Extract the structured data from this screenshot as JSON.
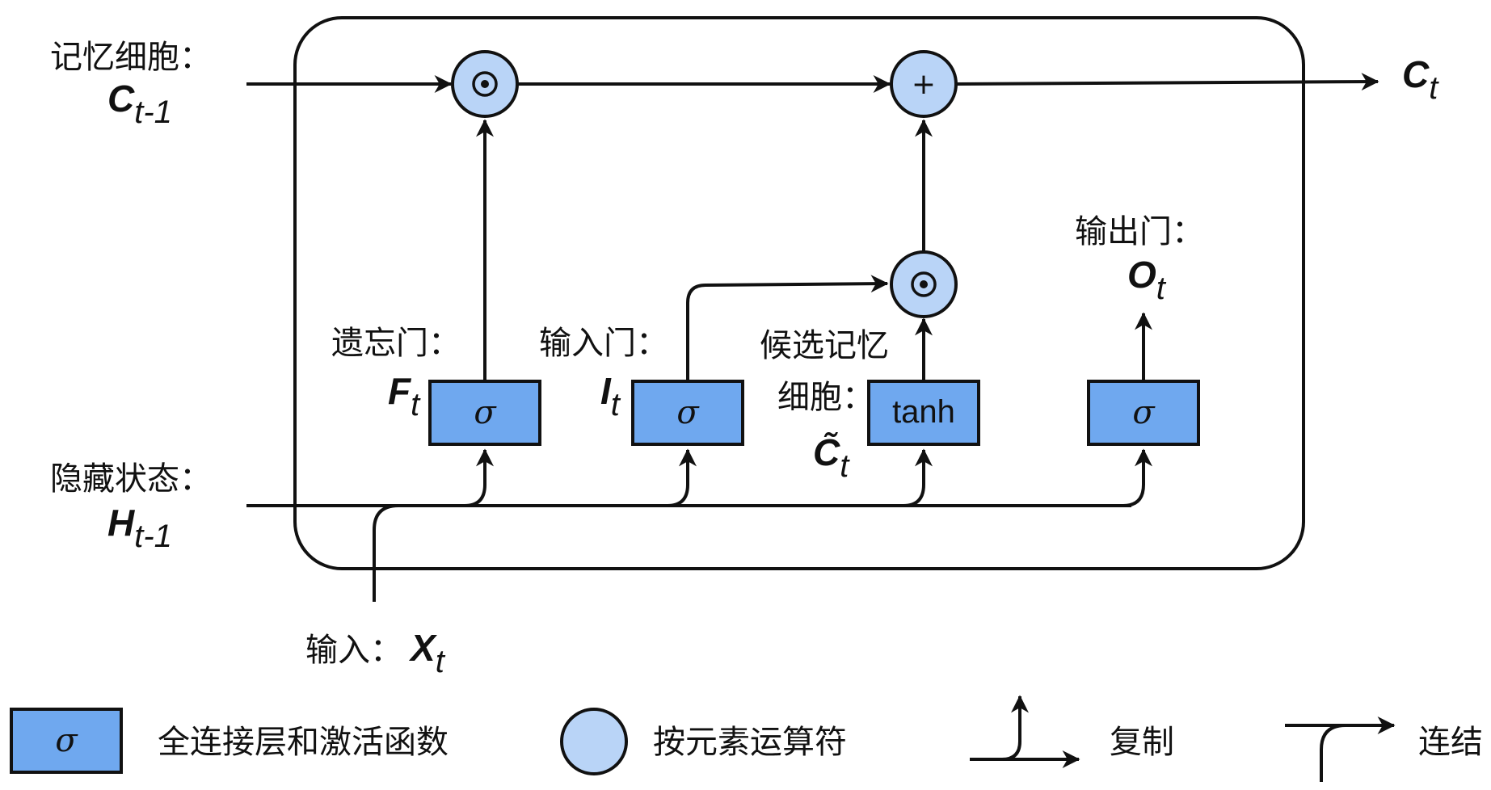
{
  "labels": {
    "memory_cell": "记忆细胞：",
    "hidden_state": "隐藏状态：",
    "input": "输入：",
    "forget_gate": "遗忘门：",
    "input_gate": "输入门：",
    "candidate_line1": "候选记忆",
    "candidate_line2": "细胞：",
    "output_gate": "输出门："
  },
  "variables": {
    "c_prev": {
      "base": "C",
      "sub": "t-1"
    },
    "c_out": {
      "base": "C",
      "sub": "t"
    },
    "h_prev": {
      "base": "H",
      "sub": "t-1"
    },
    "x": {
      "base": "X",
      "sub": "t"
    },
    "f": {
      "base": "F",
      "sub": "t"
    },
    "i": {
      "base": "I",
      "sub": "t"
    },
    "c_tilde": {
      "base": "C̃",
      "sub": "t"
    },
    "o": {
      "base": "O",
      "sub": "t"
    }
  },
  "boxes": {
    "forget": "σ",
    "input": "σ",
    "candidate": "tanh",
    "output": "σ"
  },
  "ops": {
    "mult": "⊙",
    "add": "+"
  },
  "legend": {
    "layer_symbol": "σ",
    "layer_label": "全连接层和激活函数",
    "op_label": "按元素运算符",
    "copy_label": "复制",
    "concat_label": "连结"
  },
  "colors": {
    "box_fill": "#6fa8ef",
    "circle_fill": "#b9d4f7",
    "stroke": "#111111"
  }
}
